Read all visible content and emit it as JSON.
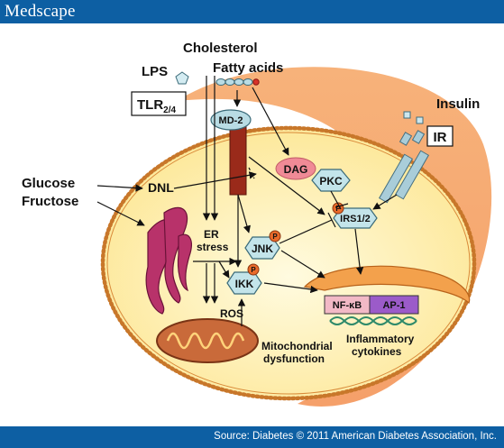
{
  "header": {
    "brand": "Medscape"
  },
  "footer": {
    "source": "Source: Diabetes © 2011 American Diabetes Association, Inc."
  },
  "diagram": {
    "stimuli": {
      "cholesterol": "Cholesterol",
      "fatty_acids": "Fatty acids",
      "lps": "LPS",
      "insulin": "Insulin",
      "glucose": "Glucose",
      "fructose": "Fructose"
    },
    "receptors": {
      "tlr_main": "TLR",
      "tlr_sub": "2/4",
      "md2": "MD-2",
      "ir": "IR"
    },
    "nodes": {
      "dnl": "DNL",
      "dag": "DAG",
      "pkc": "PKC",
      "irs": "IRS1/2",
      "er_line1": "ER",
      "er_line2": "stress",
      "jnk": "JNK",
      "ikk": "IKK",
      "ros": "ROS",
      "phospho": "P",
      "nfkb": "NF-κB",
      "ap1": "AP-1"
    },
    "outputs": {
      "mito_line1": "Mitochondrial",
      "mito_line2": "dysfunction",
      "cyto_line1": "Inflammatory",
      "cyto_line2": "cytokines"
    }
  }
}
